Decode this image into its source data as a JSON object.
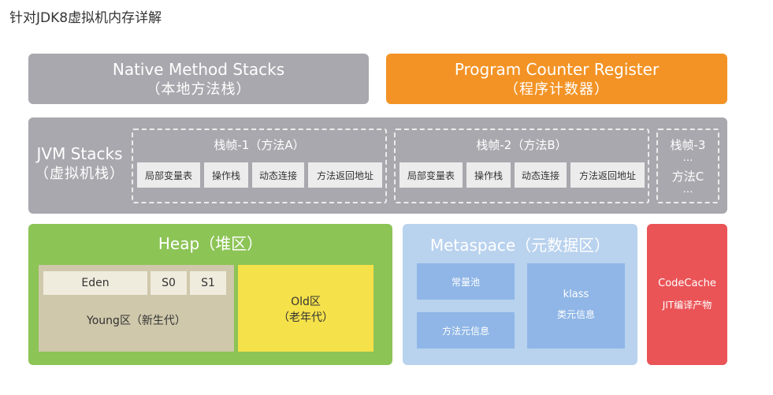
{
  "page_title": "针对JDK8虚拟机内存详解",
  "native_stack": {
    "title": "Native Method Stacks",
    "subtitle": "（本地方法栈）"
  },
  "pc_register": {
    "title": "Program Counter Register",
    "subtitle": "（程序计数器）"
  },
  "jvm_stacks": {
    "title": "JVM Stacks",
    "subtitle": "（虚拟机栈）",
    "frame1": {
      "title": "栈帧-1（方法A）",
      "cells": [
        "局部变量表",
        "操作栈",
        "动态连接",
        "方法返回地址"
      ]
    },
    "frame2": {
      "title": "栈帧-2（方法B）",
      "cells": [
        "局部变量表",
        "操作栈",
        "动态连接",
        "方法返回地址"
      ]
    },
    "frame3": {
      "title": "栈帧-3",
      "dots1": "…",
      "method": "方法C",
      "dots2": "…"
    }
  },
  "heap": {
    "title": "Heap（堆区）",
    "eden": "Eden",
    "s0": "S0",
    "s1": "S1",
    "young": "Young区（新生代）",
    "old_line1": "Old区",
    "old_line2": "（老年代）"
  },
  "metaspace": {
    "title": "Metaspace（元数据区）",
    "constant_pool": "常量池",
    "method_meta": "方法元信息",
    "klass": "klass",
    "class_meta": "类元信息"
  },
  "code_cache": {
    "title": "CodeCache",
    "subtitle": "JIT编译产物"
  },
  "colors": {
    "gray": "#a9a8ae",
    "orange": "#f39325",
    "green": "#8cc456",
    "blue": "#b9d2ee",
    "red": "#ea5457",
    "yellow": "#f5e14a"
  }
}
